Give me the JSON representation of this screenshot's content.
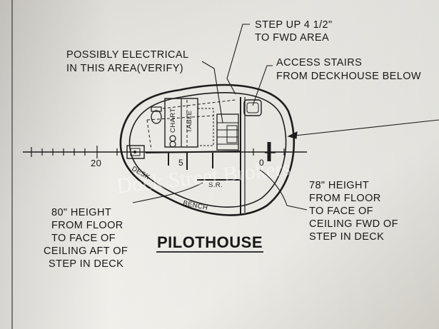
{
  "drawing": {
    "title": "PILOTHOUSE",
    "notes": {
      "step_up_line1": "STEP UP 4 1/2\"",
      "step_up_line2": "TO FWD AREA",
      "electrical_line1": "POSSIBLY ELECTRICAL",
      "electrical_line2": "IN THIS AREA(VERIFY)",
      "access_line1": "ACCESS STAIRS",
      "access_line2": "FROM DECKHOUSE BELOW",
      "aft_line1": "80\" HEIGHT",
      "aft_line2": "FROM FLOOR",
      "aft_line3": "TO FACE OF",
      "aft_line4": "CEILING AFT OF",
      "aft_line5": "STEP IN DECK",
      "fwd_line1": "78\" HEIGHT",
      "fwd_line2": "FROM FLOOR",
      "fwd_line3": "TO FACE OF",
      "fwd_line4": "CEILING FWD OF",
      "fwd_line5": "STEP IN DECK"
    },
    "plan_labels": {
      "chart": "CHART",
      "table": "TABLE",
      "desk": "DESK",
      "bench": "BENCH",
      "sr": "S.R."
    },
    "scale_labels": {
      "twenty": "20",
      "five": "5",
      "zero": "0"
    },
    "watermark": "Dock Street Brokers"
  }
}
